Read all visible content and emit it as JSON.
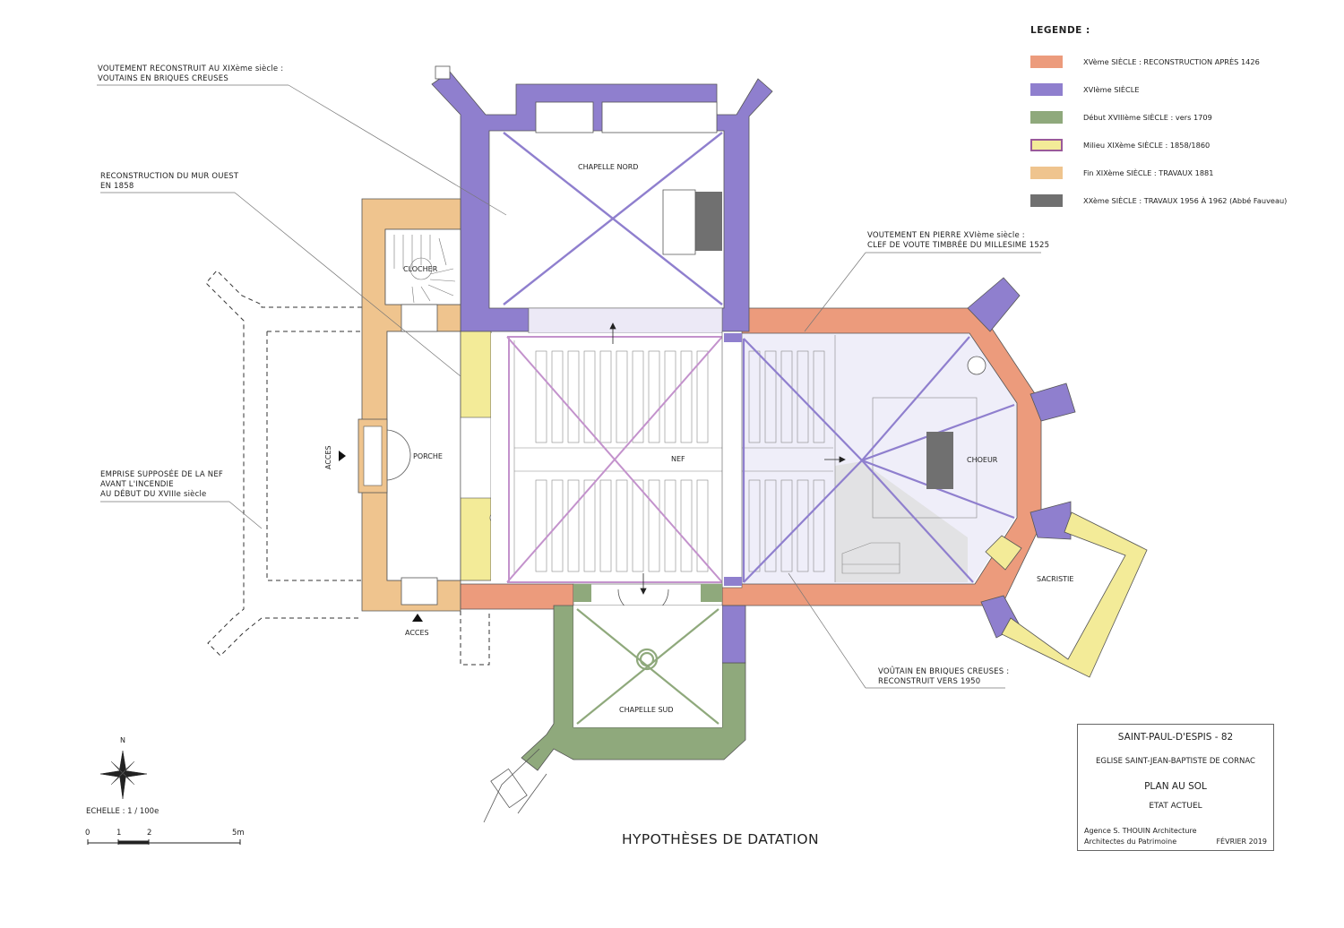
{
  "colors": {
    "xv": "#ec9b7c",
    "xvi": "#8f7fce",
    "xviii": "#8fa97c",
    "mid_xix": "#f3eb98",
    "end_xix": "#efc48e",
    "xx": "#707070",
    "choir_floor": "#efeef9",
    "vault_purple": "#a49ad6",
    "vault_pink": "#c392cc",
    "vault_green": "#8fa97c"
  },
  "legend": {
    "title": "LEGENDE :",
    "items": [
      {
        "label": "XVème SIÈCLE : RECONSTRUCTION APRÈS 1426",
        "color": "#ec9b7c",
        "border": "none"
      },
      {
        "label": "XVIème SIÈCLE",
        "color": "#8f7fce",
        "border": "none"
      },
      {
        "label": "Début XVIIIème SIÈCLE : vers 1709",
        "color": "#8fa97c",
        "border": "none"
      },
      {
        "label": "Milieu XIXème SIÈCLE : 1858/1860",
        "color": "#f3eb98",
        "border": "#9a5a9a"
      },
      {
        "label": "Fin XIXème SIÈCLE : TRAVAUX 1881",
        "color": "#efc48e",
        "border": "none"
      },
      {
        "label": "XXème SIÈCLE : TRAVAUX 1956 À 1962 (Abbé Fauveau)",
        "color": "#707070",
        "border": "none"
      }
    ]
  },
  "annotations": {
    "vault_xix": [
      "VOUTEMENT RECONSTRUIT AU XIXème siècle :",
      "VOUTAINS EN BRIQUES CREUSES"
    ],
    "west_wall": [
      "RECONSTRUCTION DU MUR OUEST",
      "EN 1858"
    ],
    "former_nave": [
      "EMPRISE SUPPOSÉE DE LA NEF",
      "AVANT L'INCENDIE",
      "AU DÉBUT DU XVIIIe siècle"
    ],
    "stone_vault": [
      "VOUTEMENT EN PIERRE XVIème siècle :",
      "CLEF DE VOUTE TIMBRÉE DU MILLESIME 1525"
    ],
    "brick_vault": [
      "VOÛTAIN EN BRIQUES CREUSES :",
      "RECONSTRUIT VERS 1950"
    ]
  },
  "rooms": {
    "chapelle_nord": "CHAPELLE NORD",
    "clocher": "CLOCHER",
    "porche": "PORCHE",
    "nef": "NEF",
    "choeur": "CHOEUR",
    "sacristie": "SACRISTIE",
    "chapelle_sud": "CHAPELLE SUD",
    "acces_west": "ACCES",
    "acces_south": "ACCES"
  },
  "title_block": {
    "commune": "SAINT-PAUL-D'ESPIS - 82",
    "church": "EGLISE SAINT-JEAN-BAPTISTE DE CORNAC",
    "plan": "PLAN AU SOL",
    "state": "ETAT ACTUEL",
    "agency": "Agence S. THOUIN Architecture",
    "role": "Architectes du Patrimoine",
    "date": "FÉVRIER 2019"
  },
  "main_title": "HYPOTHÈSES DE DATATION",
  "north_label": "N",
  "scale": {
    "label": "ECHELLE : 1 / 100e",
    "ticks": [
      "0",
      "1",
      "2",
      "5m"
    ]
  }
}
